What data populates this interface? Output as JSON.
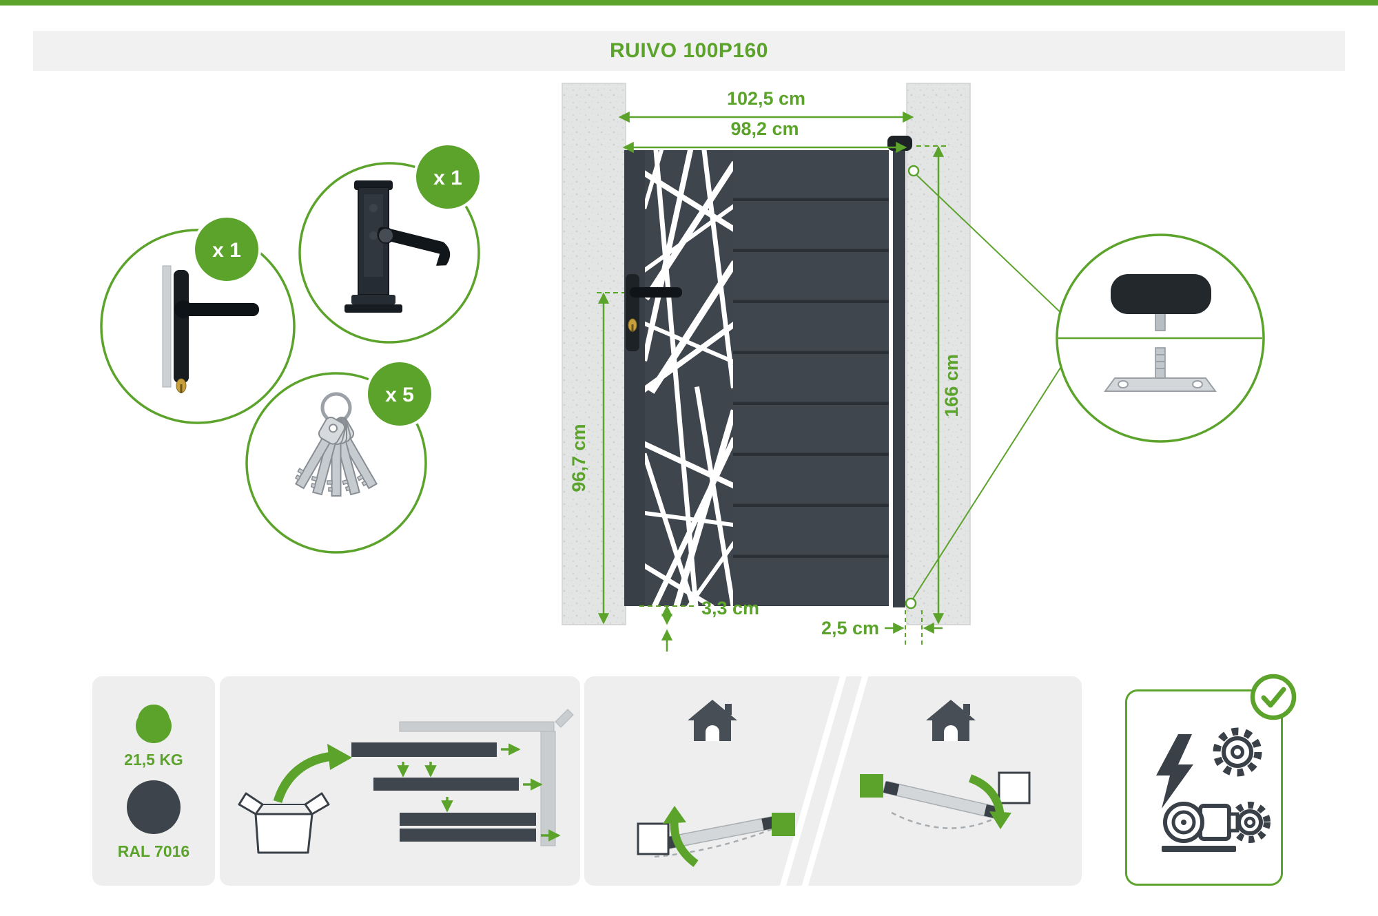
{
  "title": "RUIVO 100P160",
  "dimensions": {
    "outer_width": "102,5 cm",
    "gate_width": "98,2 cm",
    "height": "166 cm",
    "handle_height": "96,7 cm",
    "ground_gap": "3,3 cm",
    "side_gap": "2,5 cm"
  },
  "parts": {
    "handle_qty": "x 1",
    "latch_qty": "x 1",
    "keys_qty": "x 5"
  },
  "specs": {
    "weight": "21,5 KG",
    "ral": "RAL 7016"
  },
  "colors": {
    "accent": "#5ba32b",
    "gate": "#3e444c",
    "anthracite_swatch": "#3e444b",
    "panel_background": "#eeeeee",
    "header_background": "#f1f1f2",
    "dark_icon": "#3a4047"
  },
  "icons": {
    "handle-icon": "door handle with lock cylinder",
    "latch-icon": "gate latch",
    "keys-icon": "set of five keys on ring",
    "hinge-detail-icon": "gate stop cap and ground anchor plate",
    "weight-icon": "kettlebell weight",
    "color-swatch": "RAL 7016 anthracite circle",
    "assembly-icon": "unpacking box and rail assembly",
    "house-icon": "house",
    "swing-left-icon": "gate opening direction left",
    "swing-right-icon": "gate opening direction right",
    "motorizable-icon": "motor, gears and lightning bolt",
    "check-icon": "circled checkmark"
  }
}
